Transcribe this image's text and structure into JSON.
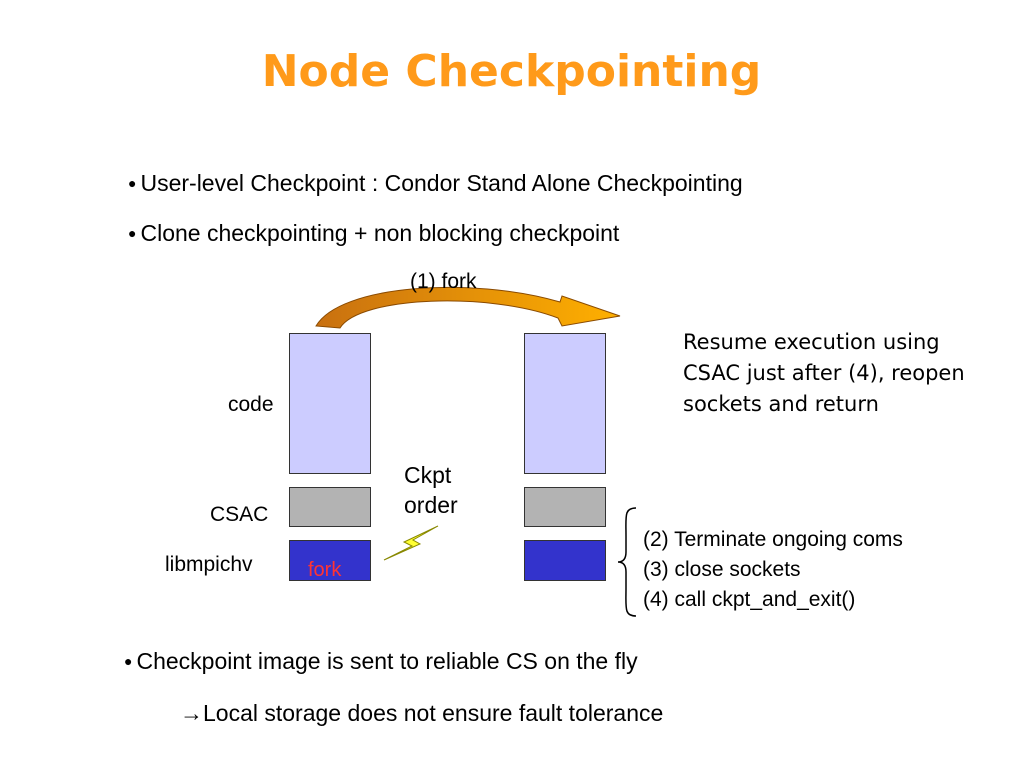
{
  "title": "Node Checkpointing",
  "bullets": {
    "b1": "User-level Checkpoint : Condor Stand Alone Checkpointing",
    "b2": "Clone checkpointing + non blocking checkpoint",
    "b3": "Checkpoint image is sent to reliable CS on the fly",
    "b4_arrow": "→",
    "b4": "Local storage does not ensure fault tolerance"
  },
  "diagram": {
    "fork_arrow_label": "(1) fork",
    "labels": {
      "code": "code",
      "csac": "CSAC",
      "libmpichv": "libmpichv"
    },
    "fork_in_block": "fork",
    "ckpt_order": [
      "Ckpt",
      "order"
    ],
    "resume_text": "Resume execution using CSAC just after (4), reopen sockets and return",
    "steps": [
      "(2) Terminate ongoing coms",
      "(3) close sockets",
      "(4) call ckpt_and_exit()"
    ],
    "colors": {
      "title": "#ff9a1a",
      "code_block": "#ccccff",
      "csac_block": "#b3b3b3",
      "lib_block": "#3333cc",
      "fork_text": "#ff3333",
      "arrow_start": "#c87010",
      "arrow_end": "#ffb000",
      "lightning": "#ffff33"
    }
  }
}
